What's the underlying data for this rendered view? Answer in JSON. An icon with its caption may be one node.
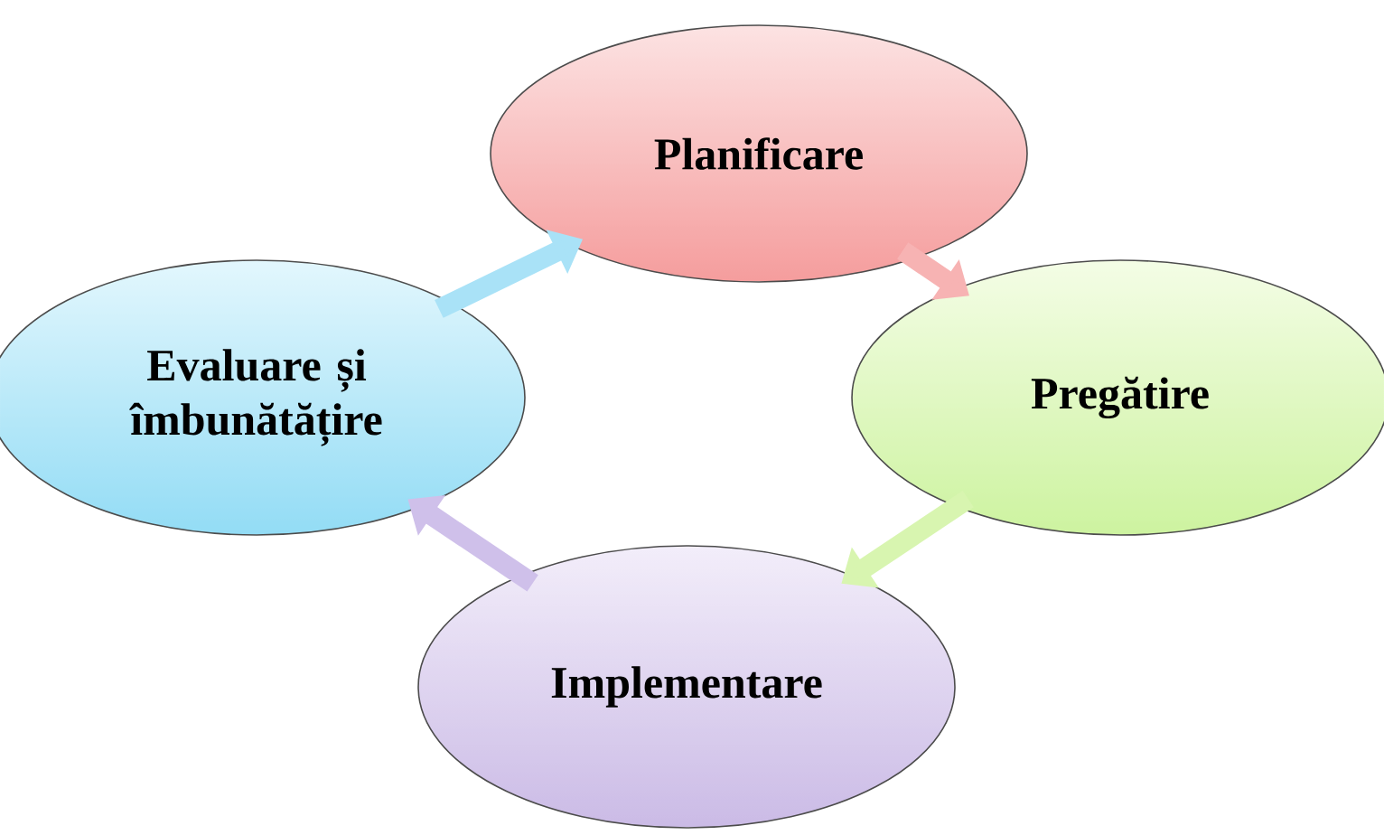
{
  "diagram": {
    "nodes": [
      {
        "text": [
          "Planificare"
        ]
      },
      {
        "text": [
          "Pregătire"
        ]
      },
      {
        "text": [
          "Implementare"
        ]
      },
      {
        "text": [
          "Evaluare și îmbunătățire"
        ]
      }
    ],
    "edges": [
      {
        "from": 0,
        "to": 1,
        "arrow": "to",
        "color": "#f7b3b3"
      },
      {
        "from": 1,
        "to": 2,
        "arrow": "to",
        "color": "#d8f5b0"
      },
      {
        "from": 2,
        "to": 3,
        "arrow": "to",
        "color": "#cfc0ea"
      },
      {
        "from": 3,
        "to": 0,
        "arrow": "to",
        "color": "#a9e2f7"
      }
    ]
  }
}
